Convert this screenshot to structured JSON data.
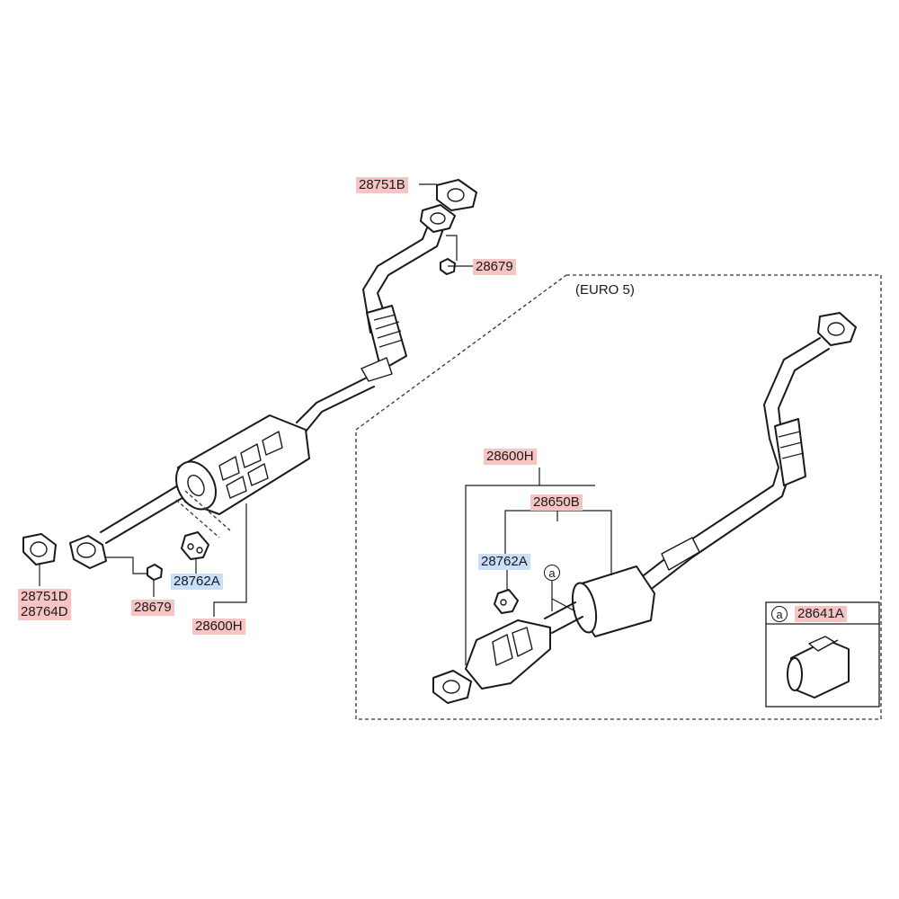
{
  "diagram": {
    "variant_title": "(EURO 5)",
    "accent_colors": {
      "part_label_bg": "#f7c4c4",
      "subpart_label_bg": "#c9def7"
    },
    "labels": {
      "gasket_top": "28751B",
      "nut_top": "28679",
      "gasket_front_1": "28751D",
      "gasket_front_2": "28764D",
      "nut_front": "28679",
      "hanger_left": "28762A",
      "assy_left": "28600H",
      "assy_right": "28600H",
      "converter_right": "28650B",
      "hanger_right": "28762A",
      "clamp": "28641A",
      "ref_marker": "a",
      "inset_marker": "a"
    }
  }
}
